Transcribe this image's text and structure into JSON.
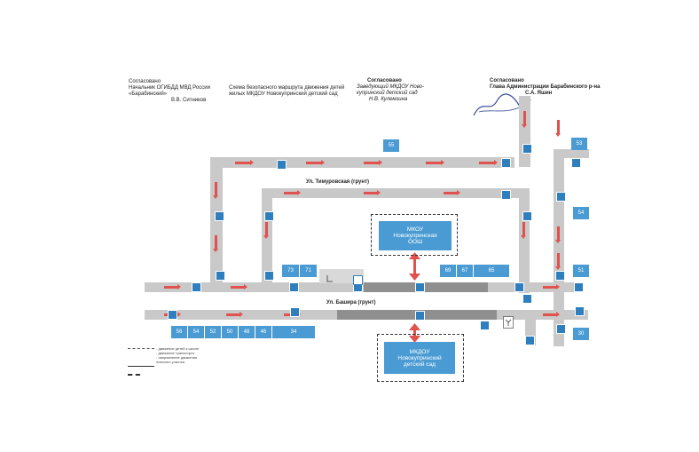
{
  "header": {
    "left_lines": [
      "Согласовано",
      "Начальник ОГИБДД МВД России",
      "«Барабинский»",
      "В.В. Ситников"
    ],
    "title_lines": [
      "Схема безопасного маршрута движения детей",
      "жилых МКДОУ Новокупринский детский сад"
    ],
    "center_lines": [
      "Согласовано",
      "Заведующий МКДОУ Ново-",
      "купринский детский сад",
      "Н.В. Кулемзина"
    ],
    "right_lines": [
      "Согласовано",
      "Глава Администрации Барабинского р-на",
      "С.А. Яшин"
    ]
  },
  "streets": {
    "timurovskaya": "Ул. Тимуровская (грунт)",
    "bashira": "Ул. Башира (грунт)"
  },
  "houses": [
    "55",
    "53",
    "54",
    "51",
    "73",
    "71",
    "69",
    "67",
    "65",
    "56",
    "54",
    "52",
    "50",
    "48",
    "46",
    "34",
    "30"
  ],
  "school_top": [
    "МКОУ",
    "Новокупринская",
    "ООШ"
  ],
  "school_bottom": [
    "МКДОУ",
    "Новокупринский",
    "детский сад"
  ],
  "legend": [
    "- движение детей к школе",
    "- движение транспорта",
    "- направление движения",
    "  опасного участка"
  ]
}
